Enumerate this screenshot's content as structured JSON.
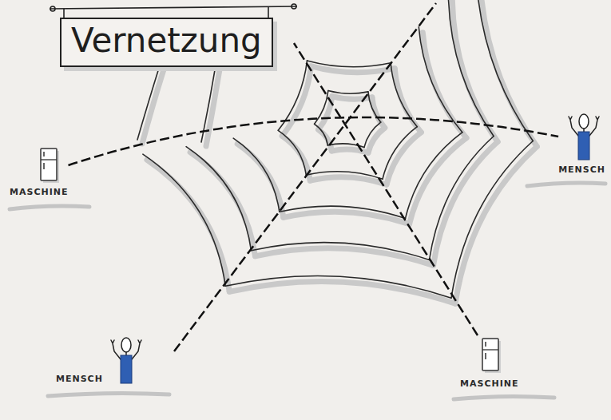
{
  "diagram": {
    "title": "Vernetzung",
    "nodes": [
      {
        "text": [
          "MASCHINE"
        ]
      },
      {
        "text": [
          "MENSCH"
        ]
      },
      {
        "text": [
          "MENSCH"
        ]
      },
      {
        "text": [
          "MASCHINE"
        ]
      }
    ],
    "edges": [
      {
        "from": 0,
        "to": 1,
        "arrow": "none"
      }
    ]
  }
}
